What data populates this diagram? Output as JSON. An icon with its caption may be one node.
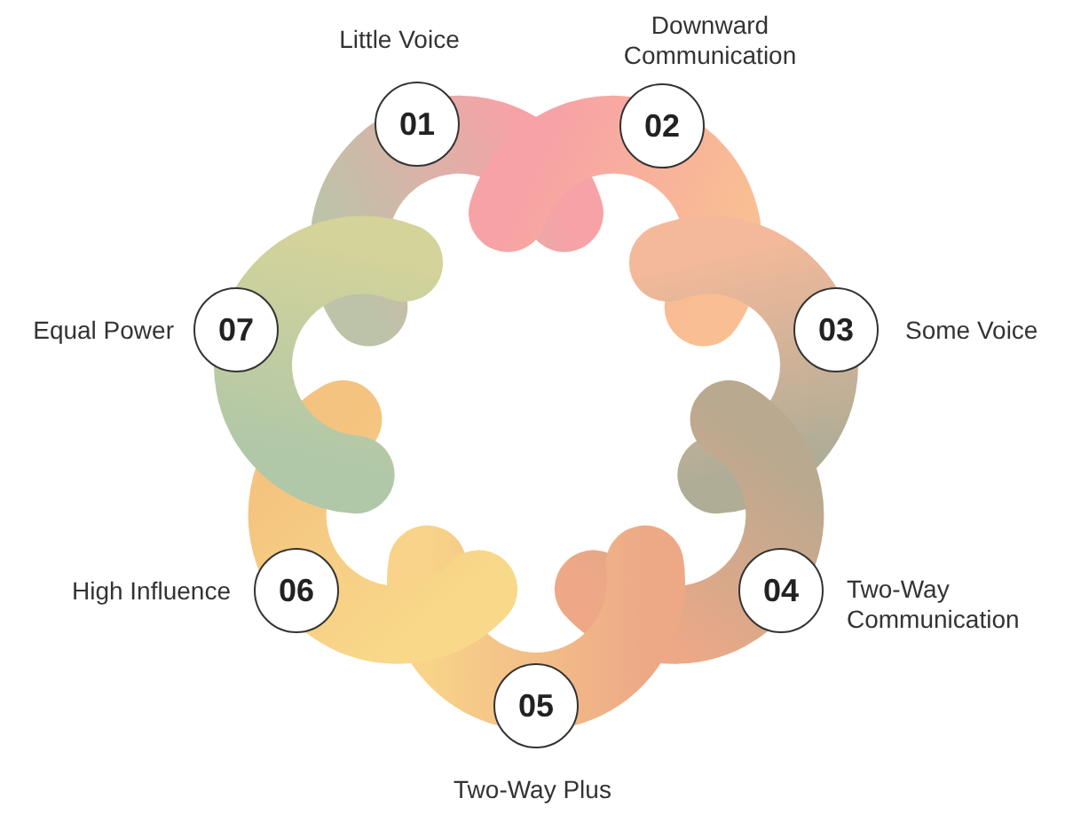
{
  "diagram": {
    "nodes": [
      {
        "text": [
          "01"
        ],
        "beside": [
          "Little Voice"
        ]
      },
      {
        "text": [
          "02"
        ],
        "beside": [
          "Downward Communication"
        ]
      },
      {
        "text": [
          "03"
        ],
        "beside": [
          "Some Voice"
        ]
      },
      {
        "text": [
          "04"
        ],
        "beside": [
          "Two-Way Communication"
        ]
      },
      {
        "text": [
          "05"
        ],
        "beside": [
          "Two-Way Plus"
        ]
      },
      {
        "text": [
          "06"
        ],
        "beside": [
          "High Influence"
        ]
      },
      {
        "text": [
          "07"
        ],
        "beside": [
          "Equal Power"
        ]
      }
    ]
  }
}
